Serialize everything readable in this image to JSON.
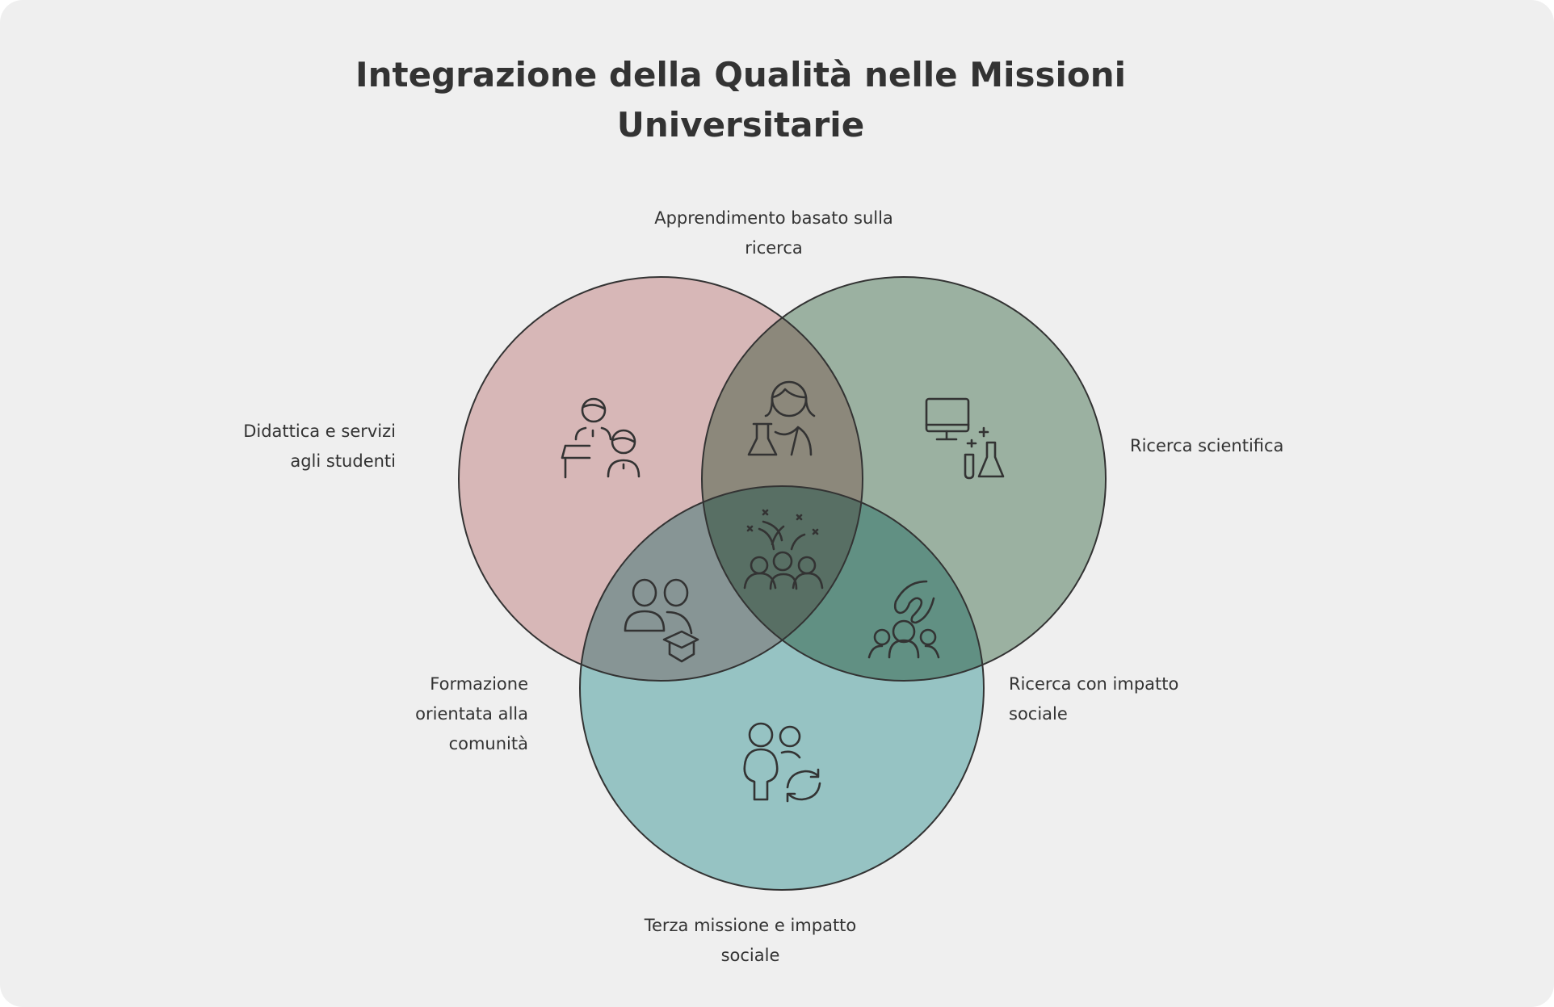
{
  "title": [
    "Integrazione della Qualità nelle Missioni",
    "Universitarie"
  ],
  "sets": [
    {
      "name": "teaching",
      "label": [
        "Didattica e servizi",
        "agli studenti"
      ],
      "color": "#e6c3c3",
      "icon": "teacher-student-icon"
    },
    {
      "name": "research",
      "label": [
        "Ricerca scientifica"
      ],
      "color": "#a6bdac",
      "icon": "computer-lab-icon"
    },
    {
      "name": "third-mission",
      "label": [
        "Terza missione e impatto",
        "sociale"
      ],
      "color": "#a0d0d0",
      "icon": "people-exchange-icon"
    }
  ],
  "intersections": [
    {
      "name": "teaching-research",
      "label": [
        "Apprendimento basato sulla",
        "ricerca"
      ],
      "icon": "scientist-icon"
    },
    {
      "name": "teaching-third",
      "label": [
        "Formazione",
        "orientata alla",
        "comunità"
      ],
      "icon": "graduates-icon"
    },
    {
      "name": "research-third",
      "label": [
        "Ricerca con impatto",
        "sociale"
      ],
      "icon": "helping-hand-community-icon"
    },
    {
      "name": "all",
      "icon": "celebrating-group-icon"
    }
  ]
}
